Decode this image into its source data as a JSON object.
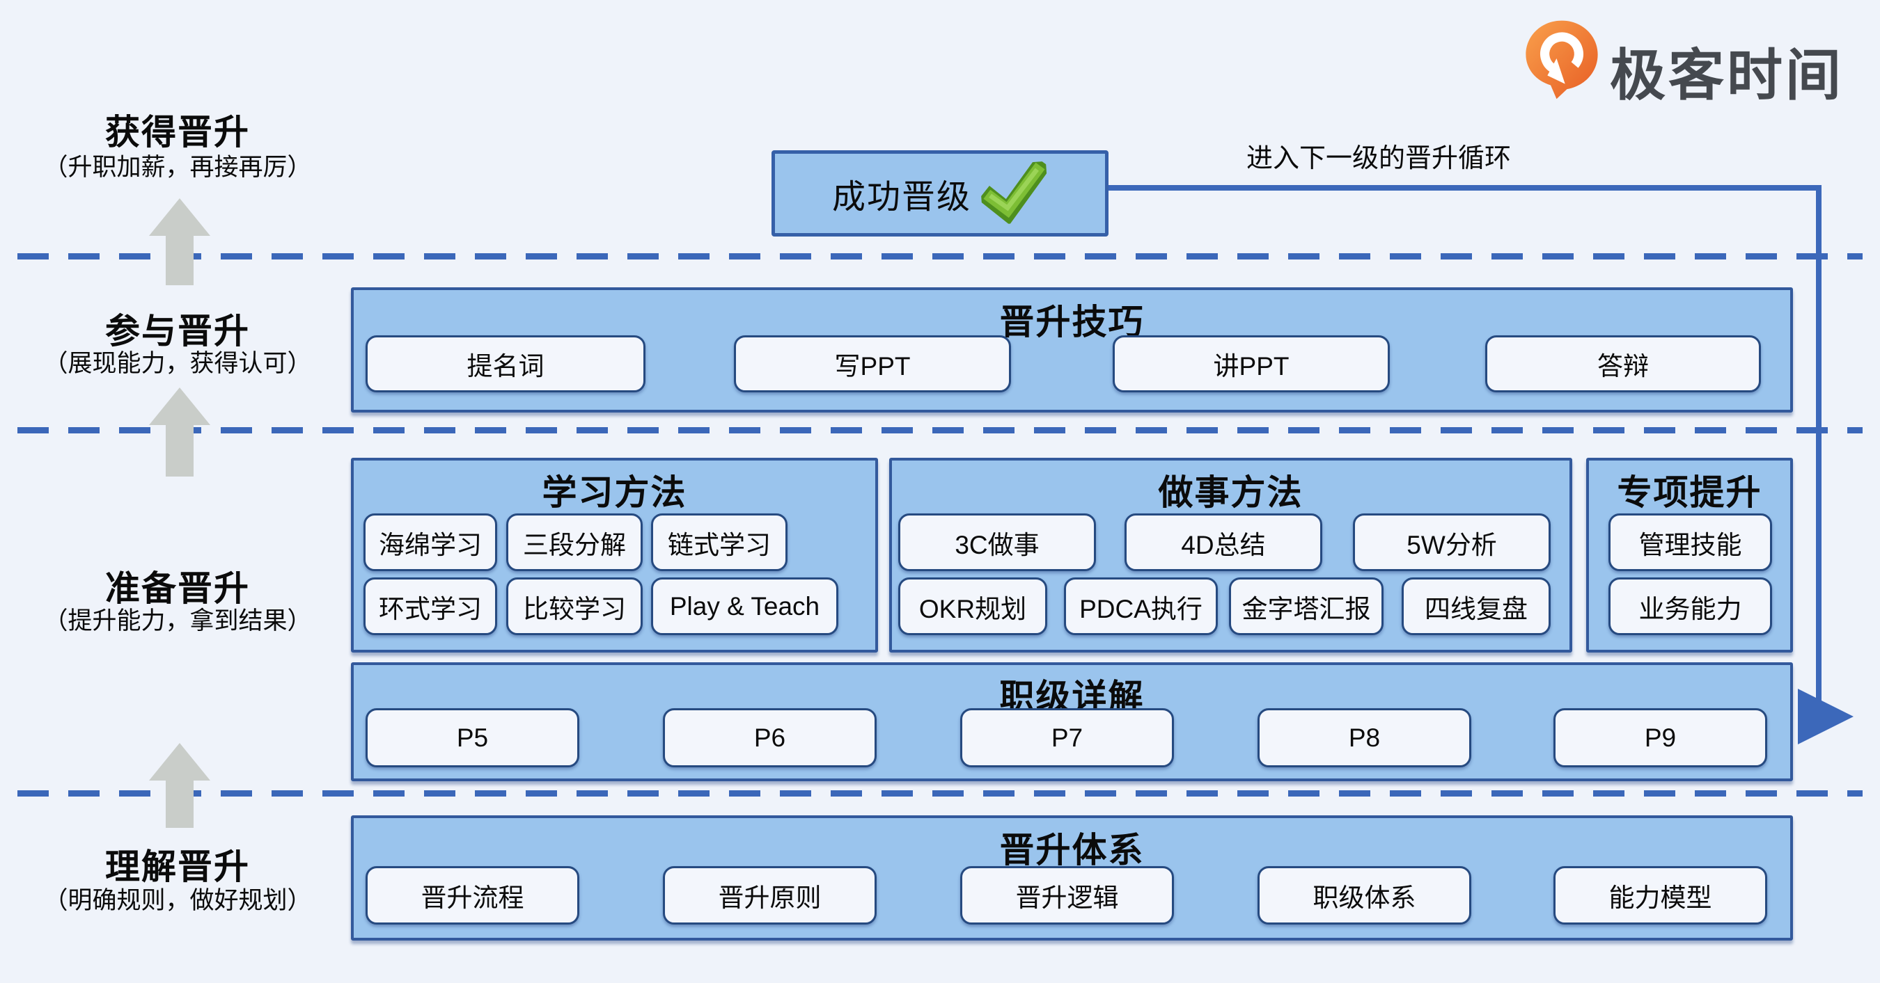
{
  "brand": {
    "name": "极客时间",
    "logo_icon": "geektime-logo"
  },
  "loop": {
    "label": "进入下一级的晋升循环",
    "success_label": "成功晋级",
    "check_icon": "green-check"
  },
  "stages": [
    {
      "title": "获得晋升",
      "subtitle": "（升职加薪，再接再厉）"
    },
    {
      "title": "参与晋升",
      "subtitle": "（展现能力，获得认可）"
    },
    {
      "title": "准备晋升",
      "subtitle": "（提升能力，拿到结果）"
    },
    {
      "title": "理解晋升",
      "subtitle": "（明确规则，做好规划）"
    }
  ],
  "sections": {
    "skills": {
      "title": "晋升技巧",
      "items": [
        "提名词",
        "写PPT",
        "讲PPT",
        "答辩"
      ]
    },
    "learning": {
      "title": "学习方法",
      "rows": [
        [
          "海绵学习",
          "三段分解",
          "链式学习"
        ],
        [
          "环式学习",
          "比较学习",
          "Play & Teach"
        ]
      ]
    },
    "doing": {
      "title": "做事方法",
      "rows": [
        [
          "3C做事",
          "4D总结",
          "5W分析"
        ],
        [
          "OKR规划",
          "PDCA执行",
          "金字塔汇报",
          "四线复盘"
        ]
      ]
    },
    "special": {
      "title": "专项提升",
      "items": [
        "管理技能",
        "业务能力"
      ]
    },
    "levels": {
      "title": "职级详解",
      "items": [
        "P5",
        "P6",
        "P7",
        "P8",
        "P9"
      ]
    },
    "system": {
      "title": "晋升体系",
      "items": [
        "晋升流程",
        "晋升原则",
        "晋升逻辑",
        "职级体系",
        "能力模型"
      ]
    }
  },
  "colors": {
    "background": "#EFF3FA",
    "panel_fill": "#9AC4ED",
    "panel_border": "#33599C",
    "node_fill": "#F3F6FC",
    "node_border": "#264A80",
    "dashed_line": "#3B67B9",
    "arrow_gray": "#C9CDC9",
    "loop_blue": "#3C68BA",
    "logo_orange": "#ED6C2B",
    "check_green": "#6FB32A"
  }
}
